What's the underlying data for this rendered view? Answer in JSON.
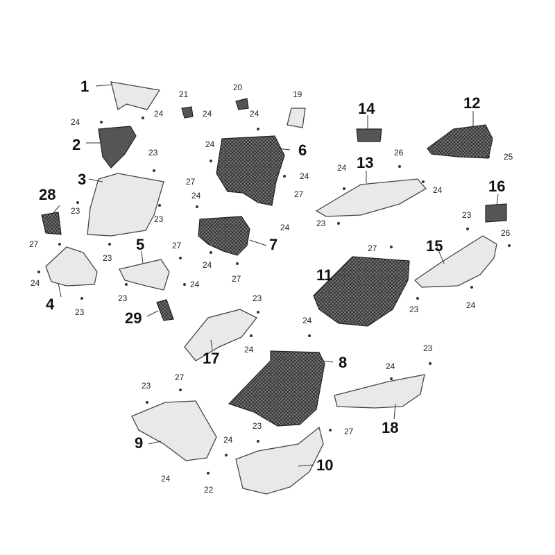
{
  "callouts": {
    "p1": "1",
    "p2": "2",
    "p3": "3",
    "p4": "4",
    "p5": "5",
    "p6": "6",
    "p7": "7",
    "p8": "8",
    "p9": "9",
    "p10": "10",
    "p11": "11",
    "p12": "12",
    "p13": "13",
    "p14": "14",
    "p15": "15",
    "p16": "16",
    "p17": "17",
    "p18": "18",
    "p28": "28",
    "p29": "29"
  },
  "fasteners": {
    "f19": "19",
    "f20": "20",
    "f21": "21",
    "f22": "22",
    "a24": "24",
    "b24": "24",
    "c24": "24",
    "d24": "24",
    "e24": "24",
    "g24": "24",
    "h24": "24",
    "i24": "24",
    "j24": "24",
    "k24": "24",
    "l24": "24",
    "m24": "24",
    "n24": "24",
    "o24": "24",
    "q24": "24",
    "r24": "24",
    "s24": "24",
    "t24": "24",
    "a23": "23",
    "b23": "23",
    "c23": "23",
    "d23": "23",
    "e23": "23",
    "g23": "23",
    "h23": "23",
    "i23": "23",
    "j23": "23",
    "k23": "23",
    "l23": "23",
    "m23": "23",
    "n23": "23",
    "f25": "25",
    "a26": "26",
    "b26": "26",
    "a27": "27",
    "b27": "27",
    "c27": "27",
    "d27": "27",
    "e27": "27",
    "g27": "27",
    "h27": "27",
    "i27": "27"
  }
}
